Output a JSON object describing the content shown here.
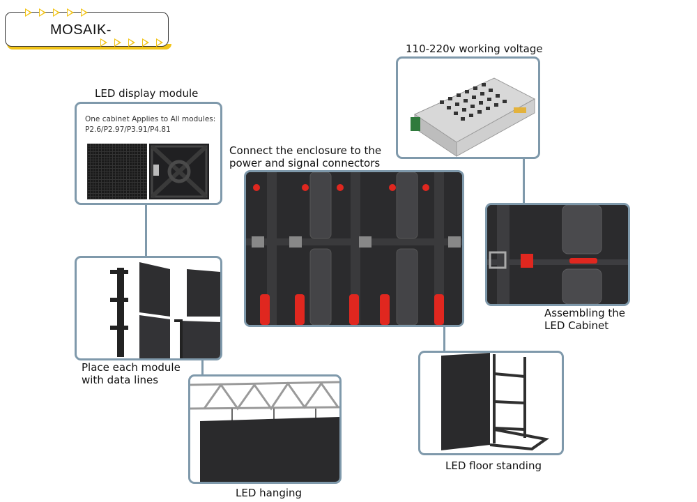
{
  "logo": {
    "text": "MOSAIK-"
  },
  "labels": {
    "module": "LED display module",
    "voltage": "110-220v working voltage",
    "connect_line1": "Connect the enclosure to the",
    "connect_line2": "power and signal connectors",
    "assemble_line1": "Assembling the",
    "assemble_line2": "LED Cabinet",
    "place_line1": "Place each module",
    "place_line2": "with data lines",
    "floor": "LED floor standing",
    "hanging": "LED hanging"
  },
  "module_panel": {
    "line1": "One cabinet Applies to All modules:",
    "line2": "P2.6/P2.97/P3.91/P4.81"
  },
  "colors": {
    "frame": "#7f99ab",
    "accent": "#f2c418",
    "cable": "#e0271f"
  }
}
